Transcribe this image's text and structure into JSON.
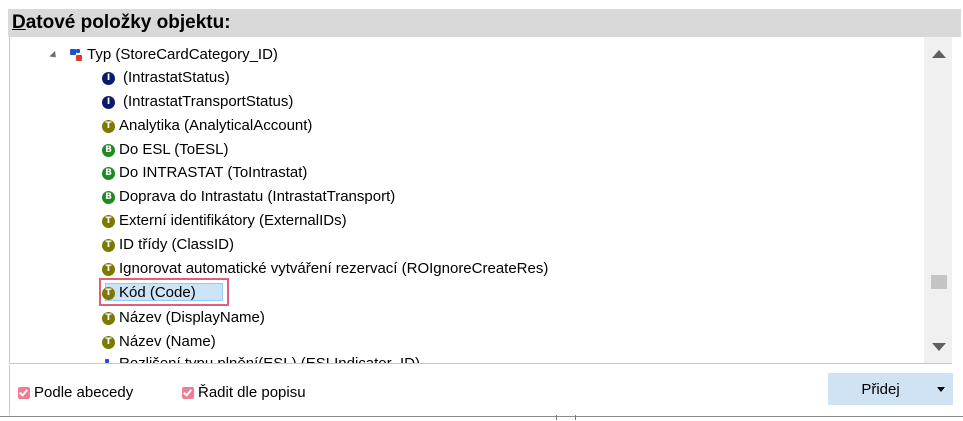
{
  "header": {
    "title_first": "D",
    "title_rest": "atové položky objektu:"
  },
  "tree": {
    "parent": {
      "label": "Typ  (StoreCardCategory_ID)",
      "icon": "relation-icon"
    },
    "items": [
      {
        "badge": "I",
        "label": " (IntrastatStatus)"
      },
      {
        "badge": "I",
        "label": " (IntrastatTransportStatus)"
      },
      {
        "badge": "T",
        "label": "Analytika  (AnalyticalAccount)"
      },
      {
        "badge": "B",
        "label": "Do ESL  (ToESL)"
      },
      {
        "badge": "B",
        "label": "Do INTRASTAT  (ToIntrastat)"
      },
      {
        "badge": "B",
        "label": "Doprava do Intrastatu  (IntrastatTransport)"
      },
      {
        "badge": "T",
        "label": "Externí identifikátory  (ExternalIDs)"
      },
      {
        "badge": "T",
        "label": "ID třídy  (ClassID)"
      },
      {
        "badge": "T",
        "label": "Ignorovat automatické vytváření rezervací  (ROIgnoreCreateRes)"
      },
      {
        "badge": "T",
        "label": "Kód  (Code)",
        "selected": true
      },
      {
        "badge": "T",
        "label": "Název  (DisplayName)"
      },
      {
        "badge": "T",
        "label": "Název  (Name)"
      },
      {
        "badge": "R",
        "label": "Rozlišení typu plnění(ESL)  (ESLIndicator_ID)"
      }
    ]
  },
  "footer": {
    "chk_alpha": "Podle abecedy",
    "chk_desc": "Řadit dle popisu",
    "add_button": "Přidej"
  },
  "colors": {
    "badge_T": "#7a7a00",
    "badge_B": "#1f8a1f",
    "badge_I": "#0b1a6e",
    "selection_border": "#e0607a",
    "selection_fill": "#cce4f7",
    "checkbox": "#f07e90",
    "button": "#d0e3f5"
  }
}
